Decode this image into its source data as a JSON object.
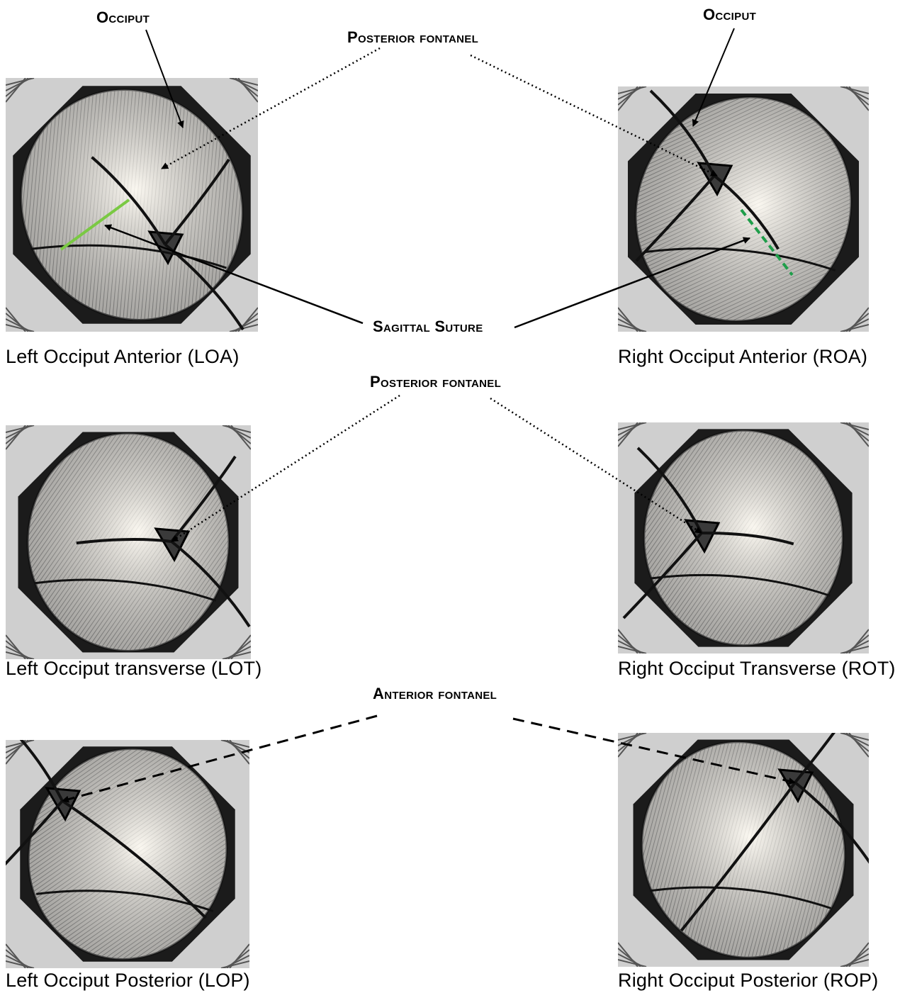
{
  "labels": {
    "occiput_left": "Occiput",
    "occiput_right": "Occiput",
    "posterior_fontanel_top": "Posterior fontanel",
    "sagittal_suture": "Sagittal Suture",
    "posterior_fontanel_middle": "Posterior fontanel",
    "anterior_fontanel": "Anterior fontanel"
  },
  "captions": {
    "loa": "Left Occiput Anterior (LOA)",
    "roa": "Right Occiput Anterior (ROA)",
    "lot": "Left Occiput transverse (LOT)",
    "rot": "Right Occiput Transverse (ROT)",
    "lop": "Left Occiput Posterior (LOP)",
    "rop": "Right Occiput Posterior (ROP)"
  },
  "colors": {
    "background": "#ffffff",
    "pelvis_dark": "#1b1b1b",
    "skull_light": "#d9d9d9",
    "skull_shade": "#8a8a8a",
    "fontanel": "#3a3a3a",
    "suture": "#111111",
    "sagittal_highlight_left": "#7ac943",
    "sagittal_highlight_right": "#1f9e4a"
  }
}
